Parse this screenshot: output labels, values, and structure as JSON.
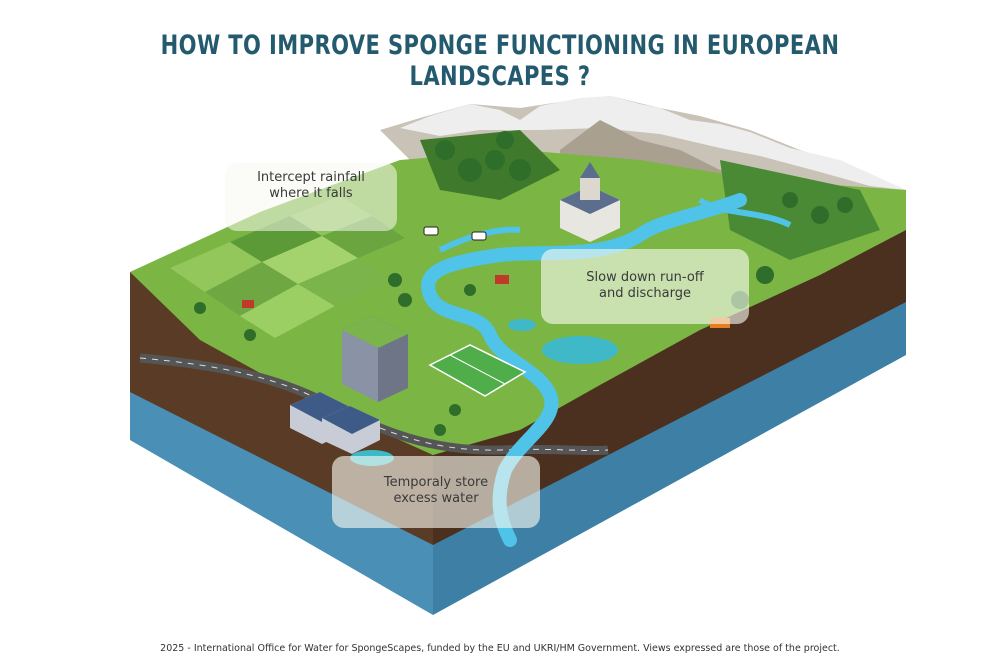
{
  "title": "HOW TO IMPROVE SPONGE FUNCTIONING IN EUROPEAN LANDSCAPES ?",
  "callouts": {
    "intercept": {
      "line1": "Intercept rainfall",
      "line2": "where it falls"
    },
    "slowdown": {
      "line1": "Slow down run-off",
      "line2": "and discharge"
    },
    "store": {
      "line1": "Temporaly store",
      "line2": "excess water"
    }
  },
  "footer": "2025 - International Office for Water for SpongeScapes, funded by the EU and UKRI/HM Government. Views expressed are those of the project.",
  "colors": {
    "title": "#245a6e",
    "grass": "#7bb544",
    "soil": "#5a3b26",
    "water": "#4a95b8",
    "river": "#4fc3e8"
  }
}
